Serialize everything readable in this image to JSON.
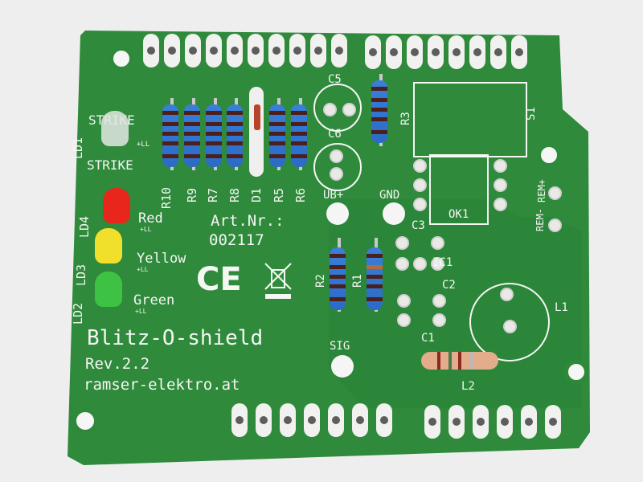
{
  "board": {
    "name": "Blitz-O-shield",
    "revision": "Rev.2.2",
    "website": "ramser-elektro.at",
    "article_label": "Art.Nr.:",
    "article_number": "002117",
    "marks": {
      "ce": "CE",
      "weee": "crossed-bin-icon"
    },
    "colors": {
      "pcb": "#2f8a3c",
      "silkscreen": "#f4f7f2",
      "background": "#eeeeee",
      "resistor": "#2f73cf"
    }
  },
  "leds": [
    {
      "ref": "LD1",
      "label_top": "STRIKE",
      "label_bottom": "STRIKE",
      "suffix": "+LL",
      "color": "#e8ece8"
    },
    {
      "ref": "LD4",
      "label": "Red",
      "suffix": "+LL",
      "color": "#e8261c"
    },
    {
      "ref": "LD3",
      "label": "Yellow",
      "suffix": "+LL",
      "color": "#f0e02c"
    },
    {
      "ref": "LD2",
      "label": "Green",
      "suffix": "+LL",
      "color": "#3ec244"
    }
  ],
  "top_row_refs": [
    "R10",
    "R9",
    "R7",
    "R8",
    "D1",
    "R5",
    "R6"
  ],
  "components": {
    "c5": "C5",
    "c6": "C6",
    "r3": "R3",
    "s1": "S1",
    "ok1": "OK1",
    "ub": "UB+",
    "gnd": "GND",
    "sig": "SIG",
    "r1": "R1",
    "r2": "R2",
    "c1": "C1",
    "c2": "C2",
    "c3": "C3",
    "ic1": "IC1",
    "l1": "L1",
    "l2": "L2",
    "rem_minus": "REM-",
    "rem_plus": "REM+"
  },
  "headers": {
    "top_left_pins": 10,
    "top_right_pins": 8,
    "bottom_left_pins": 7,
    "bottom_right_pins": 6
  }
}
